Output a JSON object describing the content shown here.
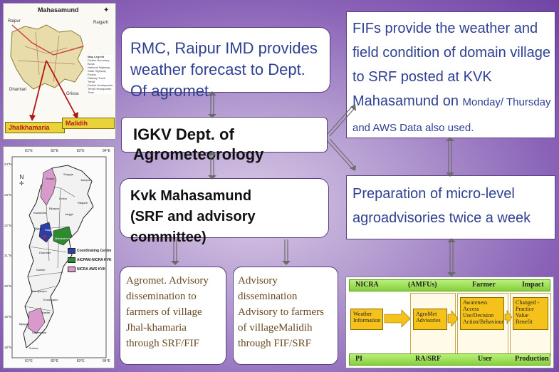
{
  "map1": {
    "title": "Mahasamund",
    "places": [
      "Raipur",
      "Raigarh",
      "Dhamtari",
      "Orissa"
    ],
    "legend_title": "Map Legend",
    "legend_items": [
      "District Boundary",
      "Block",
      "National Highway",
      "State Highway",
      "Roads",
      "Railway Track",
      "Tehsil",
      "District Headquarter",
      "Tehsil Headquarter",
      "Town"
    ],
    "tags": [
      "Jhalkhamaria",
      "Malidih"
    ]
  },
  "map2": {
    "legend": [
      "Coordinating Centre",
      "AICPAM-NICRA KVK",
      "NICRA AWS KVK"
    ],
    "top_ticks": [
      "81°E",
      "82°E",
      "83°E",
      "84°E"
    ],
    "bottom_ticks": [
      "81°E",
      "82°E",
      "83°E",
      "84°E"
    ],
    "left_ticks": [
      "24°N",
      "23°N",
      "22°N",
      "21°N",
      "20°N",
      "19°N",
      "18°N"
    ],
    "districts": [
      "Koriya",
      "Surguja",
      "Jashpur",
      "Korba",
      "Raigarh",
      "Bilaspur",
      "Janjgir",
      "Kawardha",
      "Durg",
      "Raipur",
      "Mahasamund",
      "Dhamtari",
      "Kanker",
      "Bastar",
      "Dantewada",
      "Bijapur",
      "Narayanpur",
      "Kondagaon",
      "Sukma"
    ],
    "compass": "N"
  },
  "boxes": {
    "rmc": "RMC, Raipur IMD provides weather forecast to Dept. Of agromet.",
    "igkv": "IGKV Dept. of Agrometeorology",
    "kvk_line1": "Kvk Mahasamund",
    "kvk_line2": "(SRF and advisory committee)",
    "fif_main": "FIFs provide the weather and field condition of domain village to SRF posted at KVK Mahasamund on",
    "fif_tail": "Monday/ Thursday and AWS Data also used.",
    "prep": "Preparation of micro-level agroadvisories twice a week",
    "adv1": "Agromet. Advisory dissemination to farmers of village Jhal-khamaria through SRF/FIF",
    "adv2": "Advisory dissemination Advisory to farmers of villageMalidih through FIF/SRF"
  },
  "flow": {
    "top": [
      "NICRA",
      "(AMFUs)",
      "Farmer",
      "Impact"
    ],
    "bottom": [
      "PI",
      "RA/SRF",
      "User",
      "Production"
    ],
    "boxes": [
      "Weather Information",
      "AgroMet Advisories",
      "Awareness Access Use/Decision Action/Behaviour",
      "Changed - Practice Value Benefit"
    ]
  }
}
